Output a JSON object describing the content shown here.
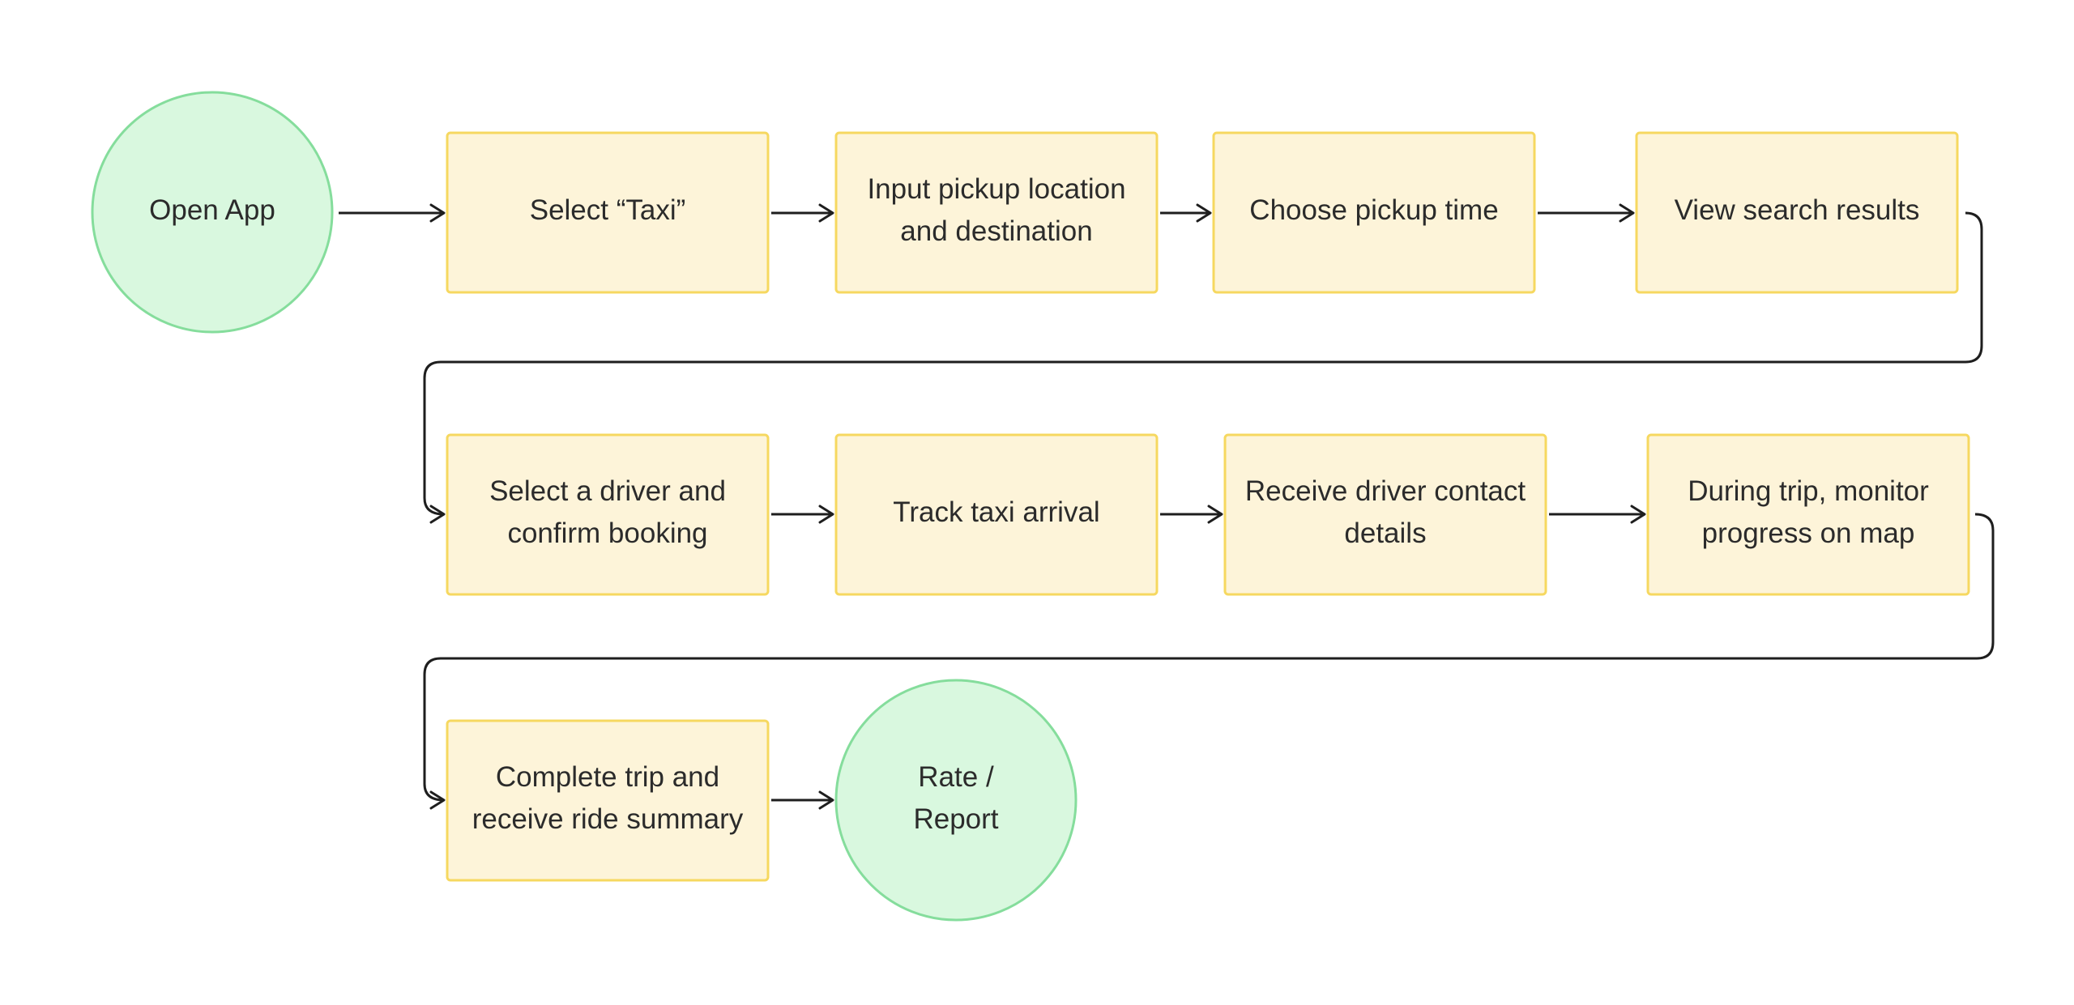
{
  "diagram": {
    "colors": {
      "background": "#ffffff",
      "step_fill": "#fdf4d9",
      "step_stroke": "#f6d860",
      "terminal_fill": "#d9f8df",
      "terminal_stroke": "#85dd9c",
      "connector": "#1e1e1e",
      "text": "#2b2b2b"
    },
    "nodes": [
      {
        "id": "open-app",
        "shape": "circle",
        "lines": [
          "Open App"
        ]
      },
      {
        "id": "select-taxi",
        "shape": "rect",
        "lines": [
          "Select “Taxi”"
        ]
      },
      {
        "id": "input-pickup-location",
        "shape": "rect",
        "lines": [
          "Input pickup location",
          "and destination"
        ]
      },
      {
        "id": "choose-pickup-time",
        "shape": "rect",
        "lines": [
          "Choose pickup time"
        ]
      },
      {
        "id": "view-search-results",
        "shape": "rect",
        "lines": [
          "View search results"
        ]
      },
      {
        "id": "select-driver",
        "shape": "rect",
        "lines": [
          "Select a driver and",
          "confirm booking"
        ]
      },
      {
        "id": "track-taxi-arrival",
        "shape": "rect",
        "lines": [
          "Track taxi arrival"
        ]
      },
      {
        "id": "receive-driver-contact",
        "shape": "rect",
        "lines": [
          "Receive driver contact",
          "details"
        ]
      },
      {
        "id": "monitor-progress",
        "shape": "rect",
        "lines": [
          "During trip, monitor",
          "progress on map"
        ]
      },
      {
        "id": "complete-trip",
        "shape": "rect",
        "lines": [
          "Complete trip and",
          "receive ride summary"
        ]
      },
      {
        "id": "rate-report",
        "shape": "circle",
        "lines": [
          "Rate /",
          "Report"
        ]
      }
    ],
    "edges": [
      {
        "from": "open-app",
        "to": "select-taxi"
      },
      {
        "from": "select-taxi",
        "to": "input-pickup-location"
      },
      {
        "from": "input-pickup-location",
        "to": "choose-pickup-time"
      },
      {
        "from": "choose-pickup-time",
        "to": "view-search-results"
      },
      {
        "from": "view-search-results",
        "to": "select-driver"
      },
      {
        "from": "select-driver",
        "to": "track-taxi-arrival"
      },
      {
        "from": "track-taxi-arrival",
        "to": "receive-driver-contact"
      },
      {
        "from": "receive-driver-contact",
        "to": "monitor-progress"
      },
      {
        "from": "monitor-progress",
        "to": "complete-trip"
      },
      {
        "from": "complete-trip",
        "to": "rate-report"
      }
    ]
  }
}
